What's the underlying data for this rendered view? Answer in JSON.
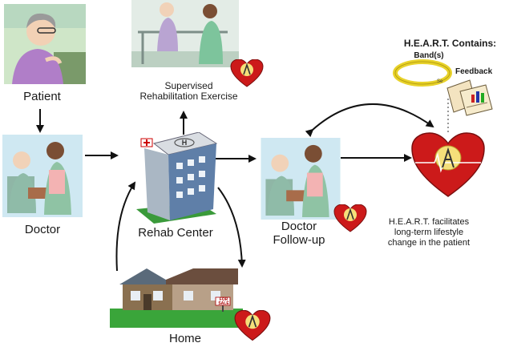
{
  "labels": {
    "patient": "Patient",
    "doctor": "Doctor",
    "supervised": [
      "Supervised",
      "Rehabilitation Exercise"
    ],
    "rehab_center": "Rehab Center",
    "home": "Home",
    "doctor_followup": [
      "Doctor",
      "Follow-up"
    ],
    "heart_contains": "H.E.A.R.T. Contains:",
    "bands": "Band(s)",
    "feedback": "Feedback",
    "sensor": "Se",
    "facilitates": [
      "H.E.A.R.T. facilitates",
      "long-term lifestyle",
      "change in the patient"
    ],
    "hospital_sign": "H",
    "for_sale_sign": "FOR SALE"
  },
  "colors": {
    "heart_red": "#cc1a1a",
    "arrow": "#111111",
    "band_yellow": "#e8d22a",
    "lawn_green": "#3aa53a",
    "building_blue": "#5f7fa8"
  }
}
